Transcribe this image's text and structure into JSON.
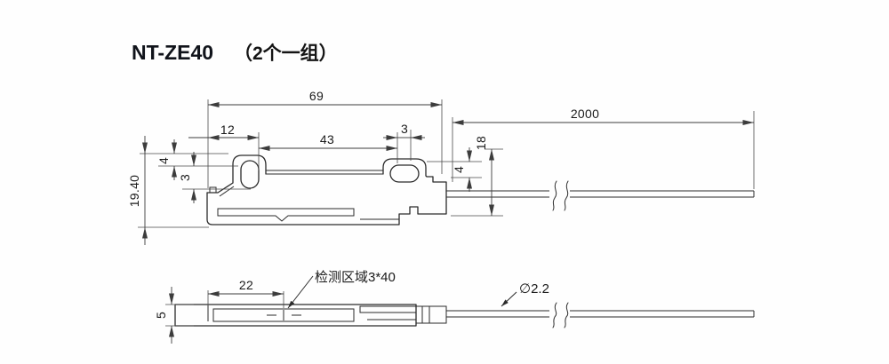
{
  "title": {
    "model": "NT-ZE40",
    "group_note": "（2个一组）"
  },
  "top_view": {
    "dims": {
      "body_length": "69",
      "cable_length": "2000",
      "slot1_offset": "12",
      "slot_pitch": "43",
      "slot2_width": "3",
      "top_to_slot": "4",
      "slot_width": "3",
      "body_height": "19.40",
      "cable_offset": "4",
      "right_height": "18"
    }
  },
  "side_view": {
    "dims": {
      "thickness": "5",
      "center_offset": "22"
    },
    "labels": {
      "detection_area": "检测区域3*40",
      "cable_diameter": "∅2.2"
    }
  },
  "colors": {
    "line": "#2b2b2b",
    "dim_line": "#3c3c3c",
    "text": "#1a1a1a"
  }
}
